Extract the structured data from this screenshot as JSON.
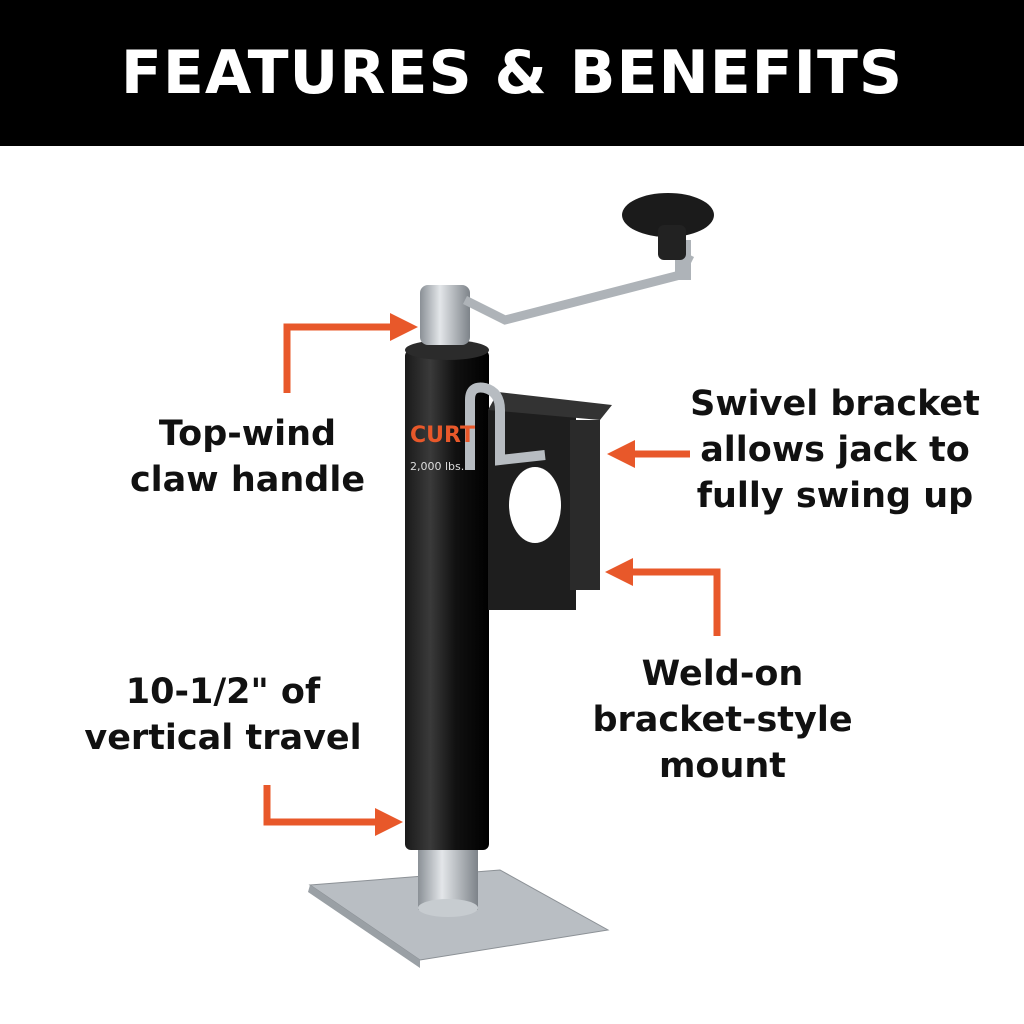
{
  "header": {
    "title": "FEATURES & BENEFITS"
  },
  "accent_color": "#e8582a",
  "callouts": [
    {
      "id": "top-wind",
      "lines": [
        "Top-wind",
        "claw handle"
      ]
    },
    {
      "id": "swivel",
      "lines": [
        "Swivel bracket",
        "allows jack to",
        "fully swing up"
      ]
    },
    {
      "id": "travel",
      "lines": [
        "10-1/2\" of",
        "vertical travel"
      ]
    },
    {
      "id": "weld-on",
      "lines": [
        "Weld-on",
        "bracket-style",
        "mount"
      ]
    }
  ],
  "product": {
    "brand": "CURT",
    "capacity_label": "2,000 lbs."
  }
}
